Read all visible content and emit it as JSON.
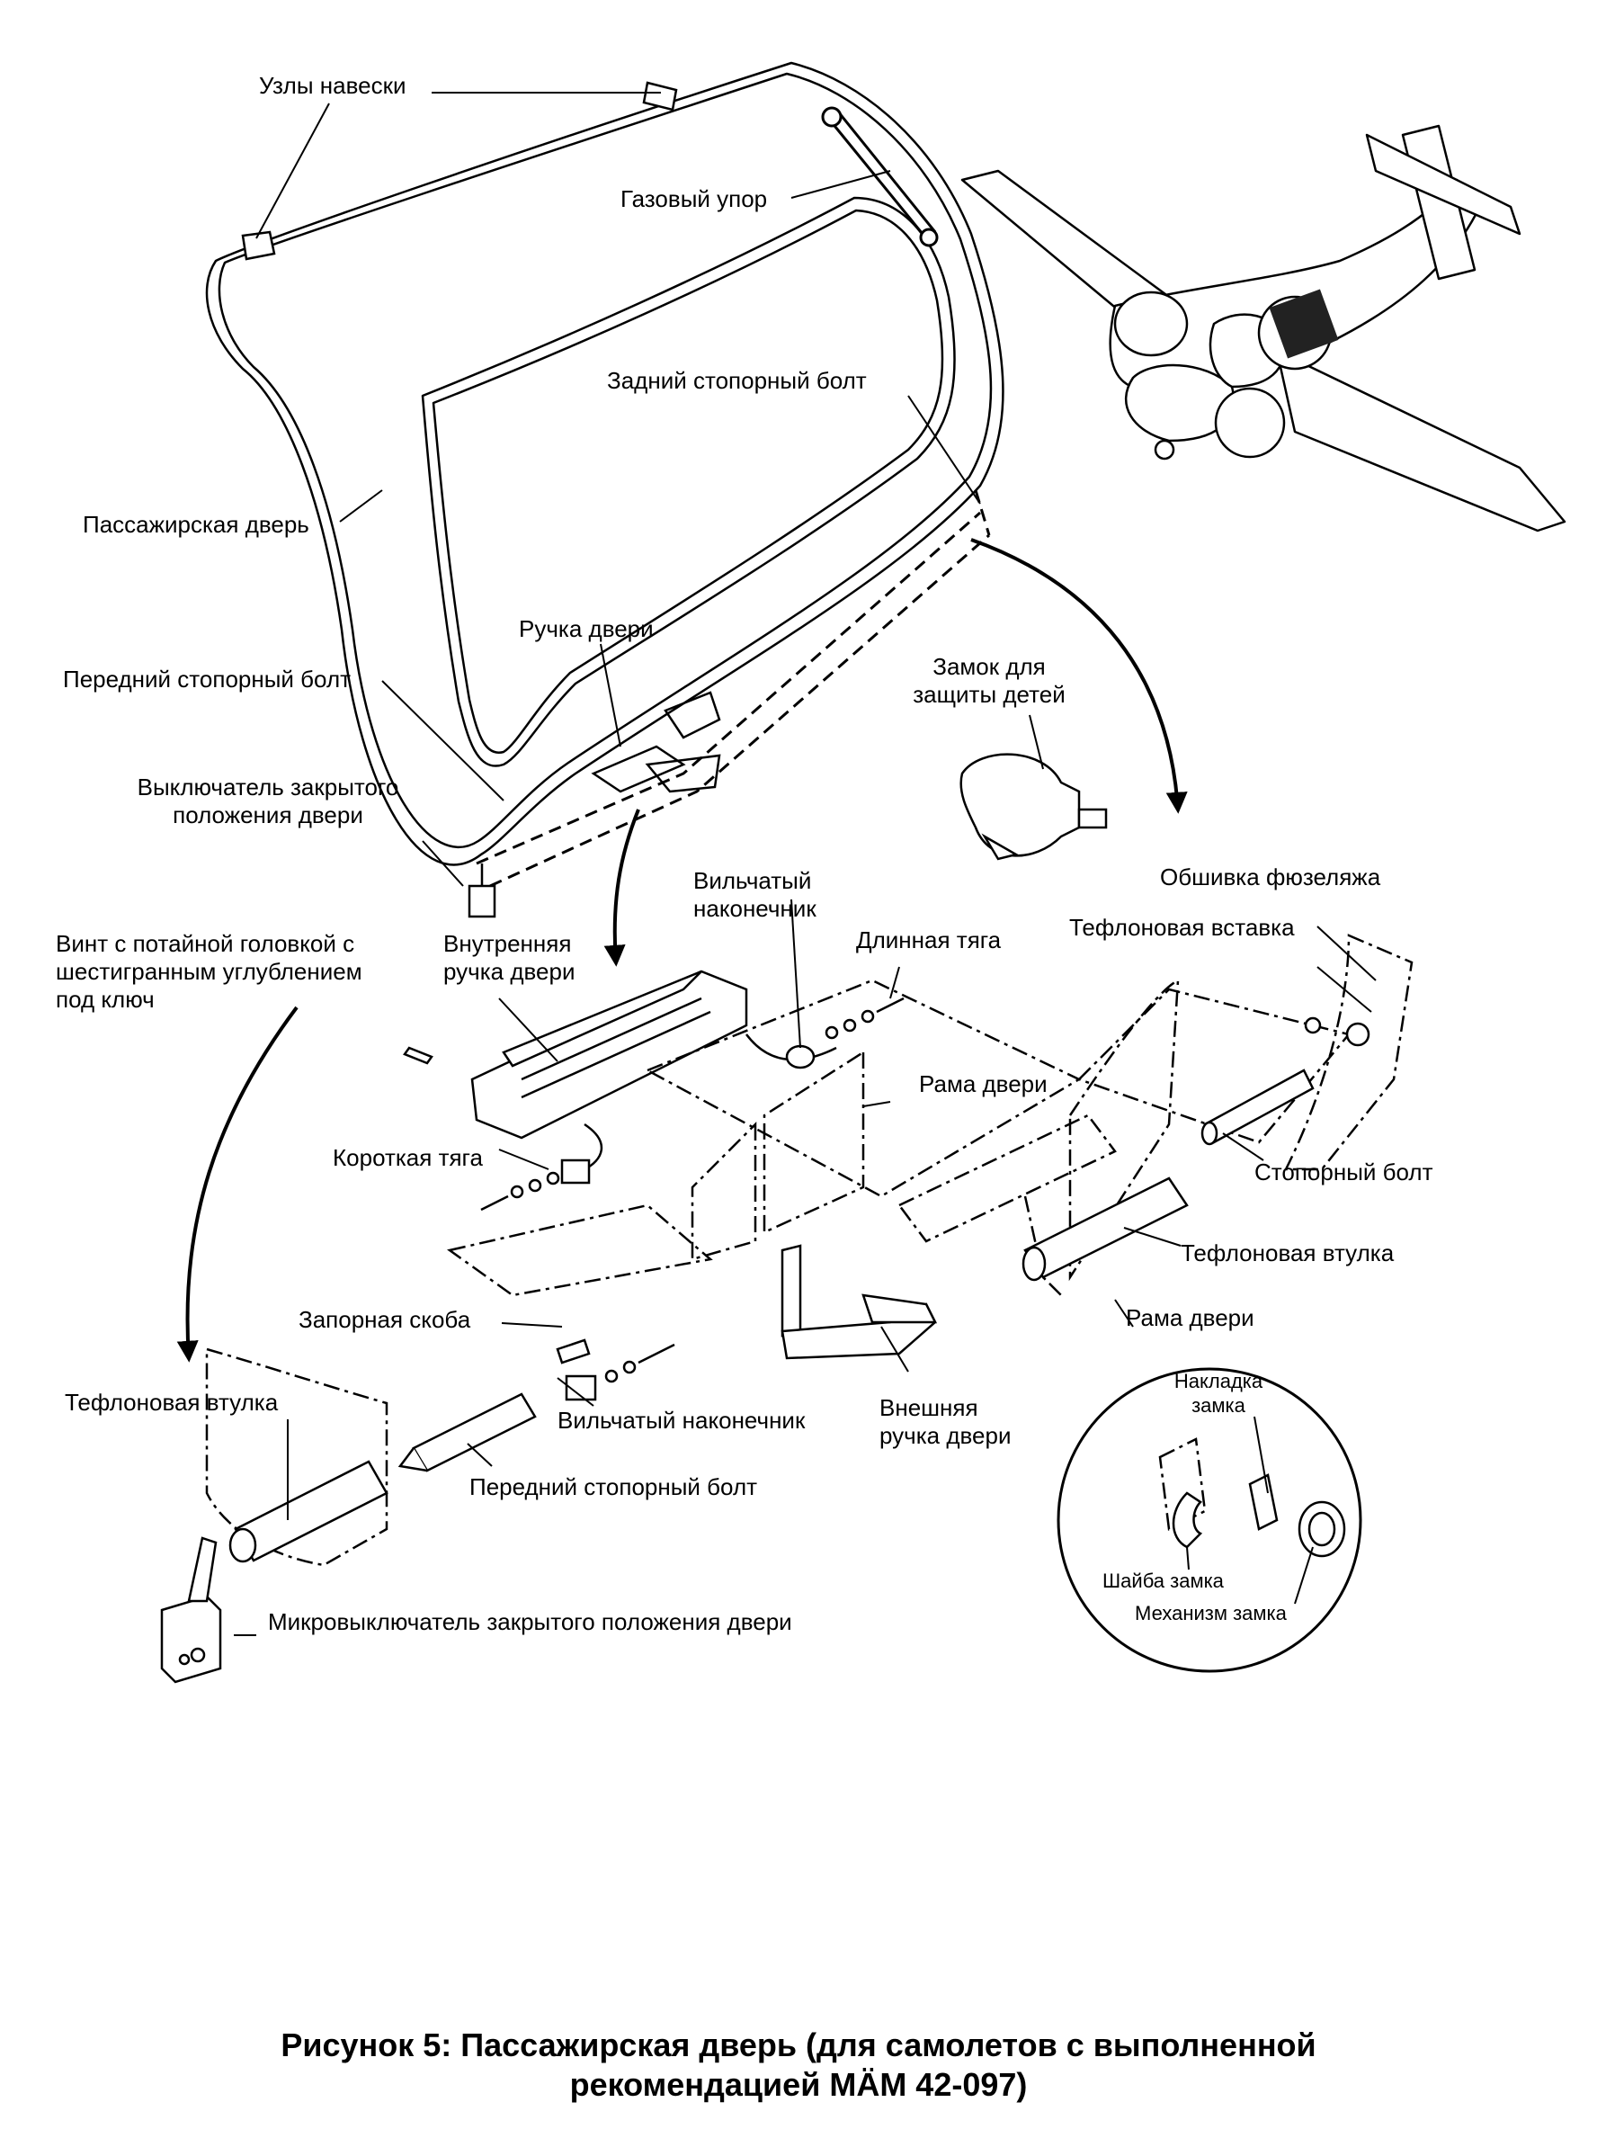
{
  "labels": {
    "hinges": "Узлы навески",
    "gas_strut": "Газовый упор",
    "rear_locking_bolt": "Задний стопорный болт",
    "passenger_door": "Пассажирская дверь",
    "door_handle": "Ручка двери",
    "front_locking_bolt_top": "Передний стопорный болт",
    "door_closed_switch": [
      "Выключатель закрытого",
      "положения двери"
    ],
    "child_lock": [
      "Замок для",
      "защиты детей"
    ],
    "countersunk_screw": [
      "Винт с потайной головкой с",
      "шестигранным углублением",
      "под ключ"
    ],
    "inner_door_handle": [
      "Внутренняя",
      "ручка двери"
    ],
    "clevis_top": [
      "Вильчатый",
      "наконечник"
    ],
    "long_rod": "Длинная тяга",
    "fuselage_skin": "Обшивка фюзеляжа",
    "teflon_insert": "Тефлоновая вставка",
    "door_frame_center": "Рама двери",
    "short_rod": "Короткая тяга",
    "locking_bolt_right": "Стопорный болт",
    "teflon_bushing_right": "Тефлоновая втулка",
    "door_frame_right": "Рама двери",
    "latch_bracket": "Запорная скоба",
    "teflon_bushing_left": "Тефлоновая втулка",
    "clevis_bottom": "Вильчатый наконечник",
    "outer_door_handle": [
      "Внешняя",
      "ручка двери"
    ],
    "front_locking_bolt_bottom": "Передний стопорный болт",
    "lock_plate": [
      "Накладка",
      "замка"
    ],
    "lock_washer": "Шайба замка",
    "lock_mechanism": "Механизм замка",
    "microswitch": "Микровыключатель закрытого положения двери"
  },
  "caption": {
    "line1": "Рисунок 5: Пассажирская дверь (для самолетов с выполненной",
    "line2": "рекомендацией МÄМ 42-097)"
  }
}
